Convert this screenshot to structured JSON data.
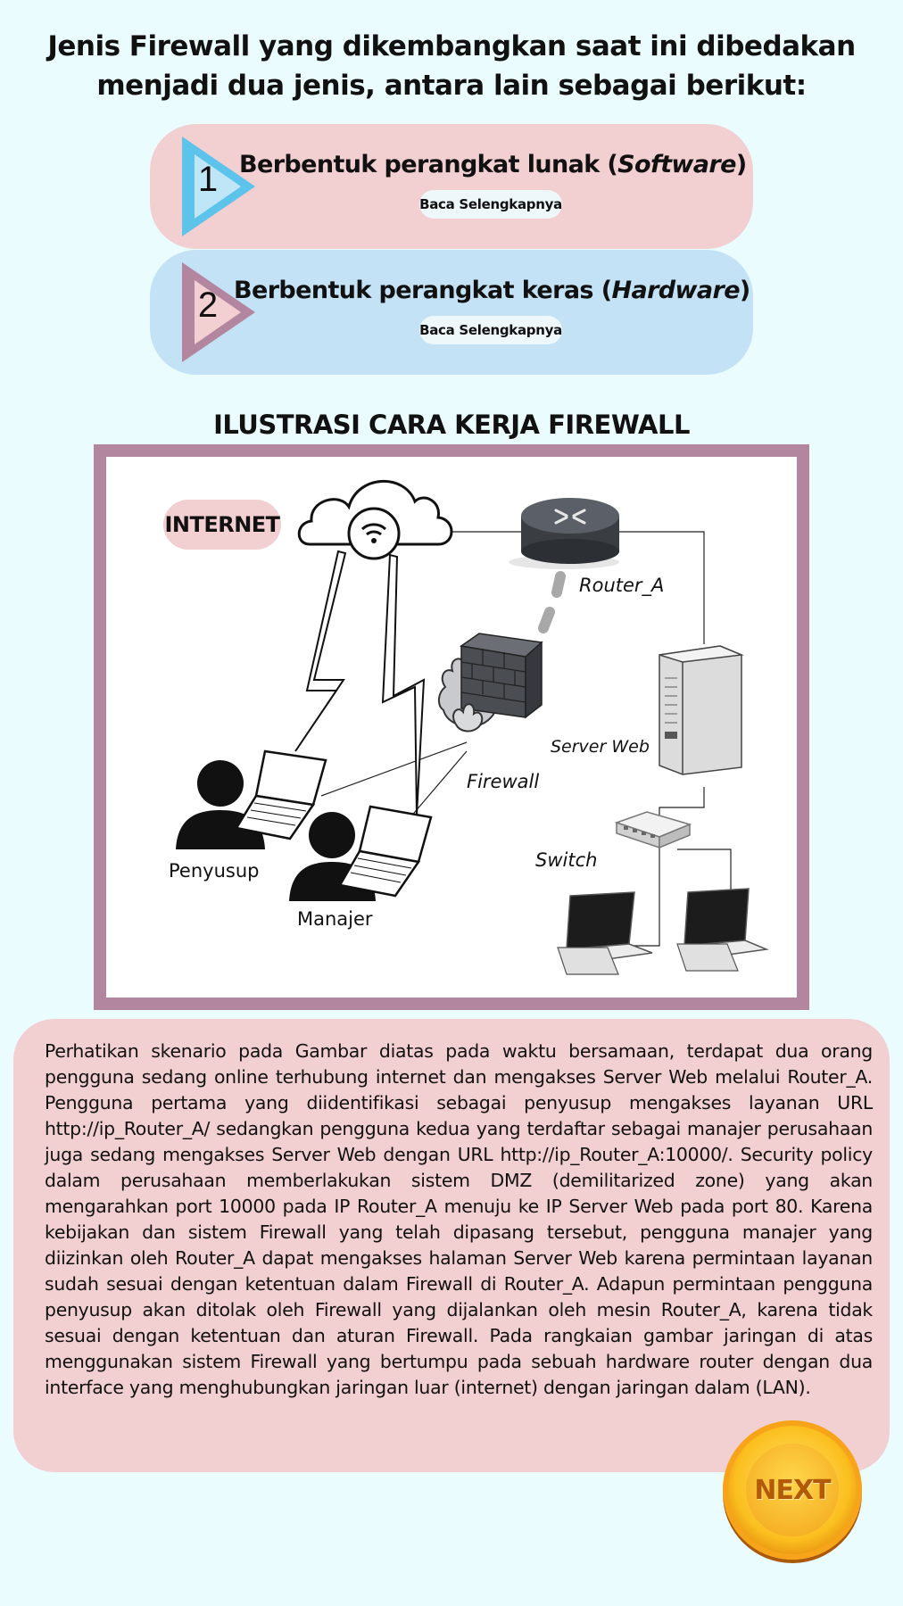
{
  "page": {
    "title": "Jenis Firewall yang dikembangkan saat ini dibedakan menjadi dua jenis, antara lain sebagai berikut:"
  },
  "types": [
    {
      "number": "1",
      "label_prefix": "Berbentuk perangkat lunak (",
      "label_italic": "Software",
      "label_suffix": ")",
      "button_label": "Baca Selengkapnya"
    },
    {
      "number": "2",
      "label_prefix": "Berbentuk perangkat keras (",
      "label_italic": "Hardware",
      "label_suffix": ")",
      "button_label": "Baca Selengkapnya"
    }
  ],
  "illustration": {
    "title": "ILUSTRASI CARA KERJA FIREWALL",
    "labels": {
      "internet": "INTERNET",
      "router": "Router_A",
      "server": "Server Web",
      "firewall": "Firewall",
      "switch": "Switch",
      "intruder": "Penyusup",
      "manager": "Manajer"
    }
  },
  "description": "Perhatikan skenario pada Gambar diatas pada waktu bersamaan, terdapat dua orang pengguna sedang online terhubung internet dan mengakses Server Web melalui Router_A. Pengguna pertama yang diidentifikasi sebagai penyusup mengakses layanan URL http://ip_Router_A/ sedangkan pengguna kedua yang terdaftar sebagai manajer perusahaan juga sedang mengakses Server Web dengan URL http://ip_Router_A:10000/. Security policy dalam perusahaan memberlakukan sistem DMZ (demilitarized zone) yang akan mengarahkan port 10000 pada IP Router_A menuju ke IP Server Web pada port 80. Karena kebijakan dan sistem Firewall yang telah dipasang tersebut, pengguna manajer yang diizinkan oleh Router_A dapat mengakses halaman Server Web karena permintaan layanan sudah sesuai dengan ketentuan dalam Firewall di Router_A. Adapun permintaan pengguna penyusup akan ditolak oleh Firewall yang dijalankan oleh mesin Router_A, karena tidak sesuai dengan ketentuan dan aturan Firewall. Pada rangkaian gambar jaringan di atas menggunakan sistem Firewall yang bertumpu pada sebuah hardware router dengan dua interface yang menghubungkan jaringan luar (internet) dengan jaringan dalam (LAN).",
  "next_button": {
    "label": "NEXT"
  },
  "colors": {
    "background": "#eafcfe",
    "pink": "#f2cfd1",
    "blue": "#c3e2f6",
    "frame": "#b2869f",
    "arrow_blue": "#5cc3ea",
    "arrow_mauve": "#b2869f",
    "next_gold": "#fbbf1f"
  }
}
